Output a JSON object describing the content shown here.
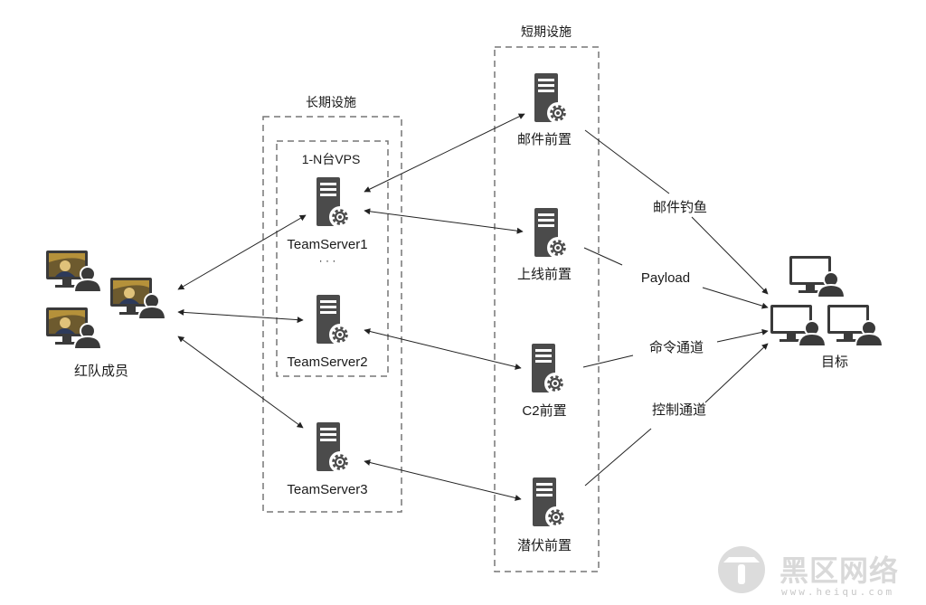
{
  "groups": {
    "long_term": "长期设施",
    "vps": "1-N台VPS",
    "short_term": "短期设施"
  },
  "nodes": {
    "team": "红队成员",
    "ts1": "TeamServer1",
    "ts_ellipsis": "· · ·",
    "ts2": "TeamServer2",
    "ts3": "TeamServer3",
    "mail_front": "邮件前置",
    "online_front": "上线前置",
    "c2_front": "C2前置",
    "lurk_front": "潜伏前置",
    "target": "目标"
  },
  "edges": {
    "phishing": "邮件钓鱼",
    "payload": "Payload",
    "command": "命令通道",
    "control": "控制通道"
  },
  "watermark": {
    "cn": "黑区网络",
    "url": "www.heiqu.com"
  },
  "colors": {
    "line": "#222222",
    "dash": "#777777",
    "server": "#4b4b4b",
    "person": "#3a3a3a"
  }
}
